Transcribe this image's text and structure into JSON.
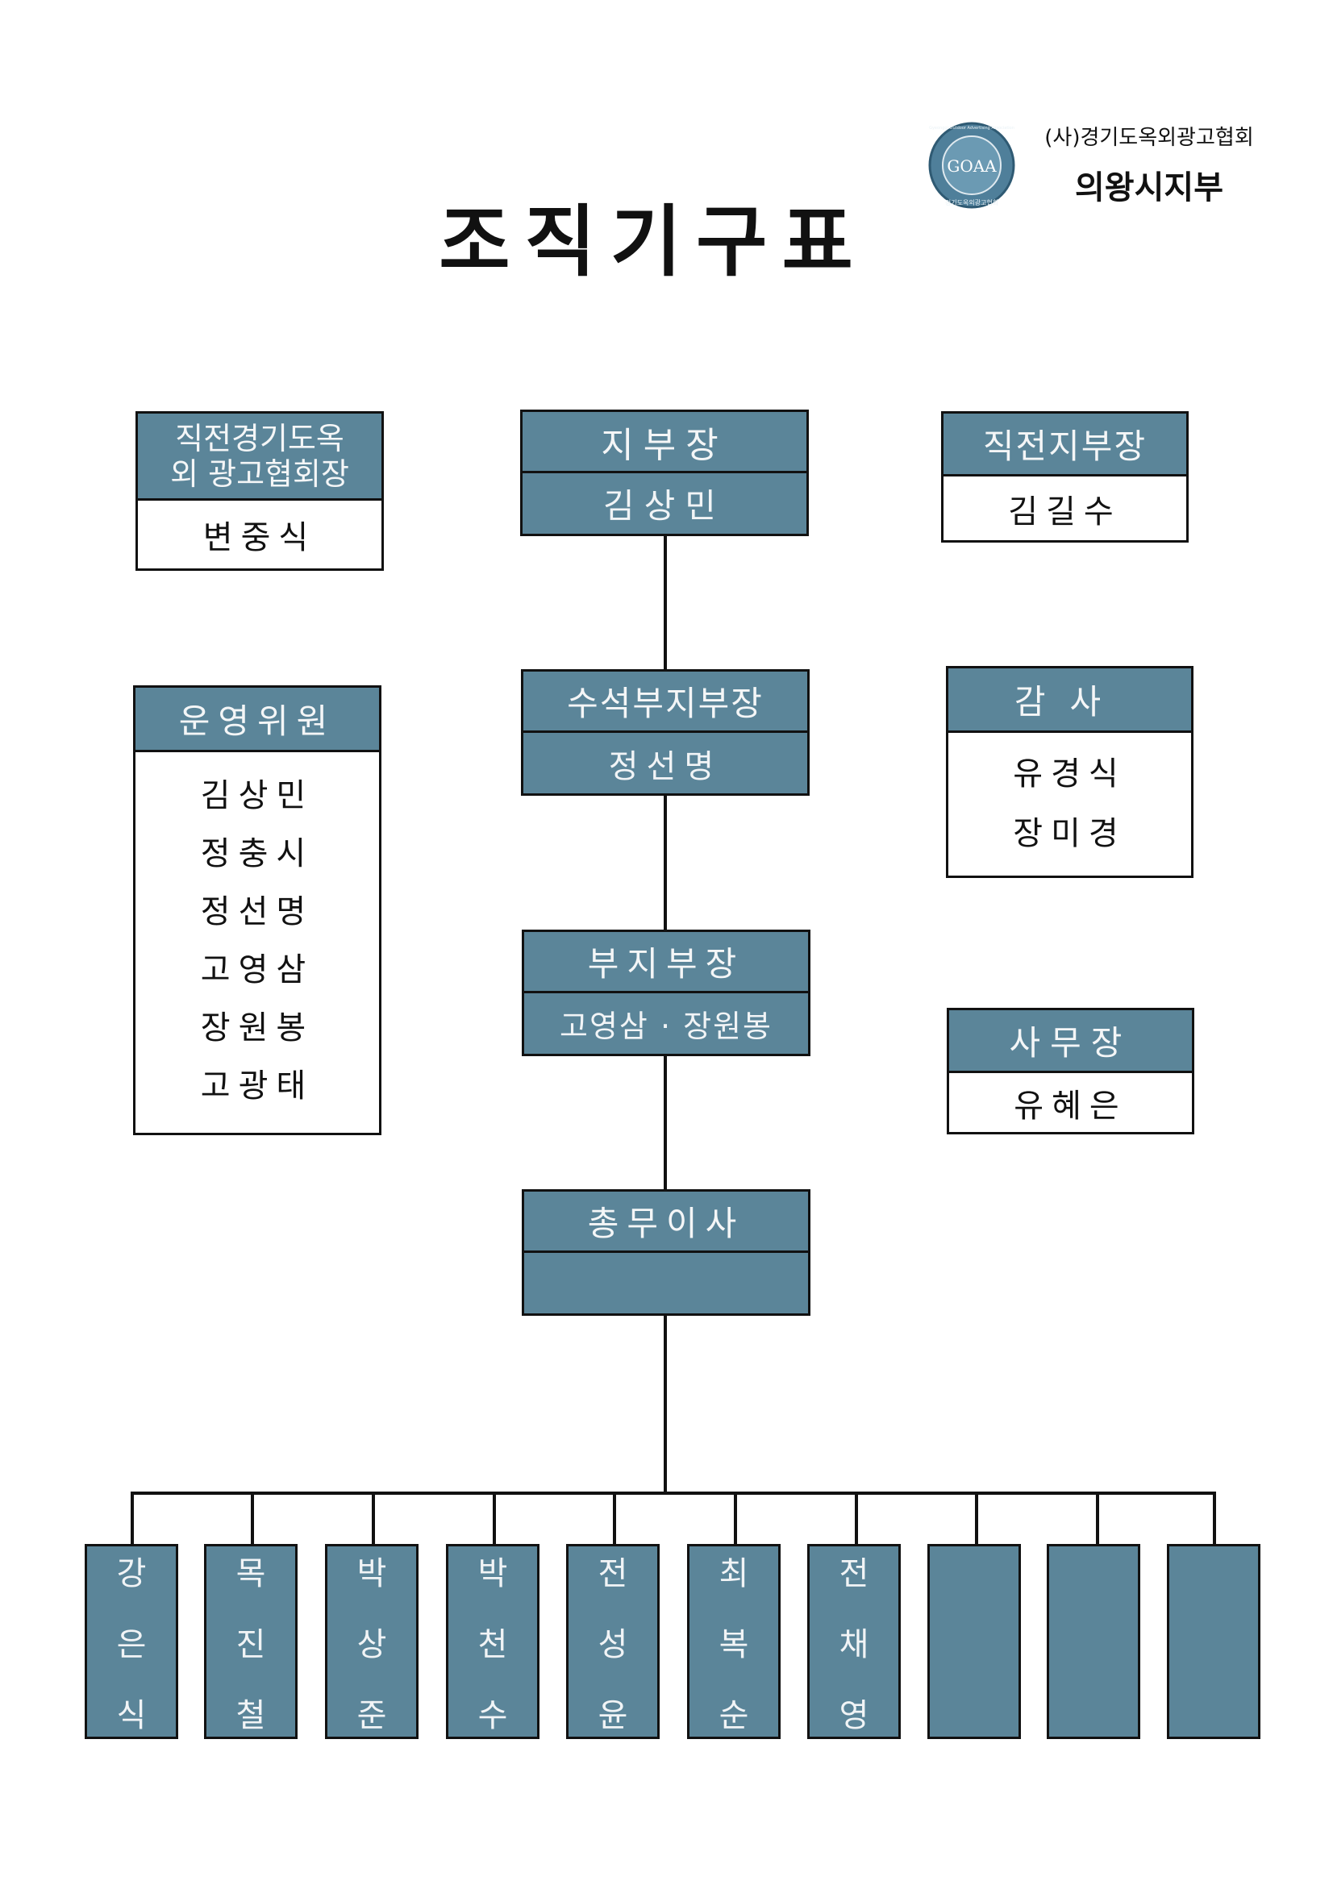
{
  "header": {
    "title": "조직기구표",
    "org_name": "(사)경기도옥외광고협회",
    "branch": "의왕시지부",
    "logo_text": "GOAA",
    "logo_ring_text": "Gyeonggi Outdoor Advertising Association",
    "logo_bottom_text": "경기도옥외광고협회"
  },
  "left": {
    "former_president": {
      "title": "직전경기도옥외 광고협회장",
      "name": "변중식"
    },
    "committee": {
      "title": "운영위원",
      "members": [
        "김상민",
        "정충시",
        "정선명",
        "고영삼",
        "장원봉",
        "고광태"
      ]
    }
  },
  "center": {
    "branch_head": {
      "title": "지부장",
      "name": "김상민"
    },
    "senior_vice": {
      "title": "수석부지부장",
      "name": "정선명"
    },
    "vice": {
      "title": "부지부장",
      "name": "고영삼 · 장원봉"
    },
    "general_director": {
      "title": "총무이사",
      "name": ""
    }
  },
  "right": {
    "former_branch_head": {
      "title": "직전지부장",
      "name": "김길수"
    },
    "auditors": {
      "title": "감사",
      "names": [
        "유경식",
        "장미경"
      ]
    },
    "secretary": {
      "title": "사무장",
      "name": "유혜은"
    }
  },
  "members": [
    "강은식",
    "목진철",
    "박상준",
    "박천수",
    "전성윤",
    "최복순",
    "전채영",
    "",
    "",
    ""
  ],
  "colors": {
    "box_fill": "#5b8599",
    "line": "#111111"
  }
}
